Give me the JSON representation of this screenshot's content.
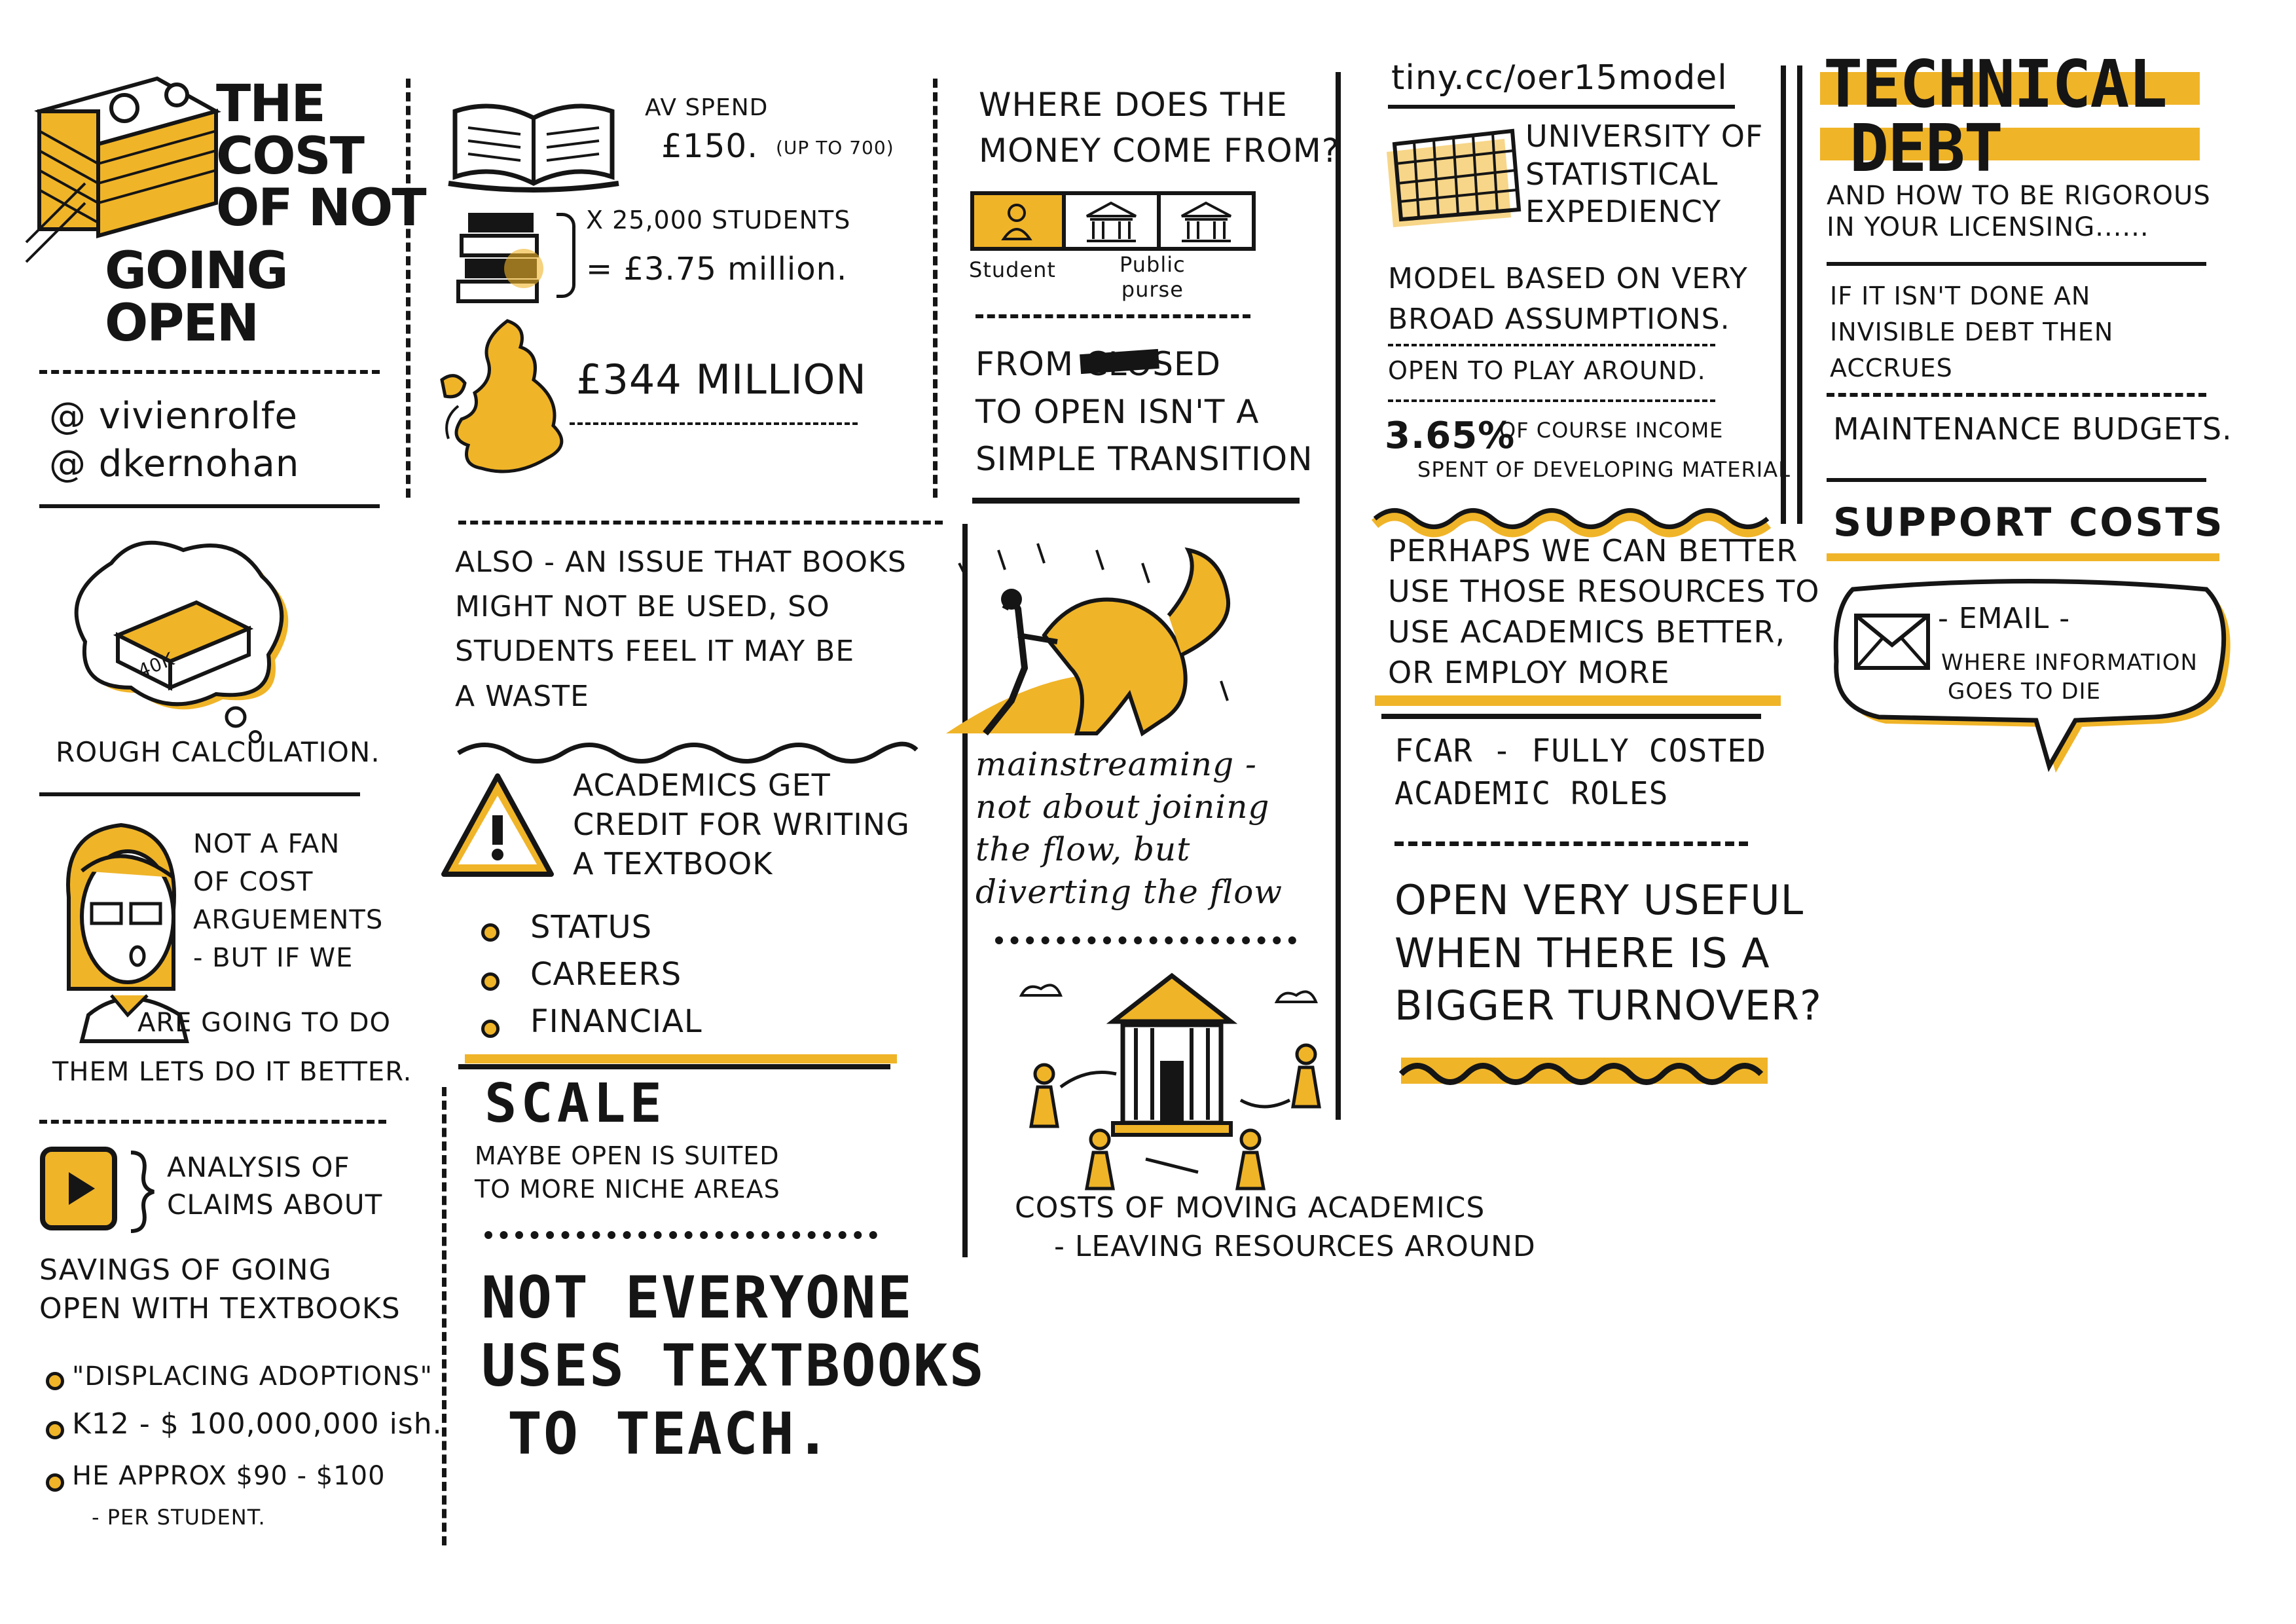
{
  "colors": {
    "accent": "#f0b428",
    "ink": "#151515",
    "paper": "#ffffff"
  },
  "col1": {
    "title_lines": [
      "THE",
      "COST",
      "OF NOT",
      "GOING",
      "OPEN"
    ],
    "handles": [
      "@ vivienrolfe",
      "@ dkernohan"
    ],
    "bubble_label": "40K",
    "rough_calc": "ROUGH CALCULATION.",
    "fan_lines": [
      "NOT A FAN",
      "OF COST",
      "ARGUEMENTS",
      "- BUT IF WE",
      "ARE GOING TO DO",
      "THEM LETS DO IT BETTER."
    ],
    "analysis_lines": [
      "ANALYSIS OF",
      "CLAIMS ABOUT"
    ],
    "savings_lines": [
      "SAVINGS OF GOING",
      "OPEN WITH TEXTBOOKS"
    ],
    "bullets": [
      "\"DISPLACING ADOPTIONS\"",
      "K12 - $ 100,000,000 ish.",
      "HE  APPROX $90 - $100"
    ],
    "per_student": "- PER STUDENT."
  },
  "col2": {
    "av_spend": "AV SPEND",
    "price": "£150.",
    "price_note": "(UP TO 700)",
    "students": "X 25,000 STUDENTS",
    "million": "= £3.75 million.",
    "national": "£344 MILLION",
    "also_lines": [
      "ALSO - AN ISSUE THAT BOOKS",
      "MIGHT NOT BE USED, SO",
      "STUDENTS FEEL IT MAY BE",
      "A WASTE"
    ],
    "academics_lines": [
      "ACADEMICS GET",
      "CREDIT FOR WRITING",
      "A TEXTBOOK"
    ],
    "bullets": [
      "STATUS",
      "CAREERS",
      "FINANCIAL"
    ],
    "scale": "SCALE",
    "scale_lines": [
      "MAYBE OPEN IS SUITED",
      "TO MORE NICHE AREAS"
    ],
    "not_everyone_lines": [
      "NOT EVERYONE",
      "USES TEXTBOOKS",
      "TO TEACH."
    ]
  },
  "col3": {
    "where_lines": [
      "WHERE DOES THE",
      "MONEY COME FROM?"
    ],
    "student": "Student",
    "public_purse_lines": [
      "Public",
      "purse"
    ],
    "closed_lines": [
      "FROM        CLOSED",
      "TO OPEN ISN'T A",
      "SIMPLE TRANSITION"
    ],
    "mainstream_lines": [
      "mainstreaming -",
      "not about joining",
      "the flow, but",
      "diverting the flow"
    ],
    "costs_lines": [
      "COSTS OF MOVING ACADEMICS",
      "- LEAVING RESOURCES AROUND"
    ]
  },
  "col4": {
    "url": "tiny.cc/oer15model",
    "university_lines": [
      "UNIVERSITY OF",
      "STATISTICAL",
      "EXPEDIENCY"
    ],
    "model_lines": [
      "MODEL BASED ON VERY",
      "BROAD ASSUMPTIONS."
    ],
    "open_play": "OPEN TO PLAY AROUND.",
    "percent": "3.65%",
    "percent_rest_lines": [
      "OF COURSE INCOME",
      "SPENT OF DEVELOPING MATERIAL"
    ],
    "perhaps_lines": [
      "PERHAPS WE CAN BETTER",
      "USE THOSE RESOURCES TO",
      "USE ACADEMICS BETTER,",
      "OR EMPLOY MORE"
    ],
    "fcar_lines": [
      "FCAR - FULLY COSTED",
      "ACADEMIC ROLES"
    ],
    "useful_lines": [
      "OPEN VERY USEFUL",
      "WHEN THERE IS A",
      "BIGGER TURNOVER?"
    ]
  },
  "col5": {
    "title_lines": [
      "TECHNICAL",
      "DEBT"
    ],
    "rigorous_lines": [
      "AND HOW TO BE RIGOROUS",
      "IN YOUR LICENSING......"
    ],
    "invisible_lines": [
      "IF IT ISN'T DONE AN",
      "INVISIBLE DEBT THEN",
      "ACCRUES"
    ],
    "maintenance": "MAINTENANCE BUDGETS.",
    "support": "SUPPORT COSTS",
    "email": "- EMAIL -",
    "email_lines": [
      "WHERE INFORMATION",
      "GOES TO DIE"
    ]
  }
}
